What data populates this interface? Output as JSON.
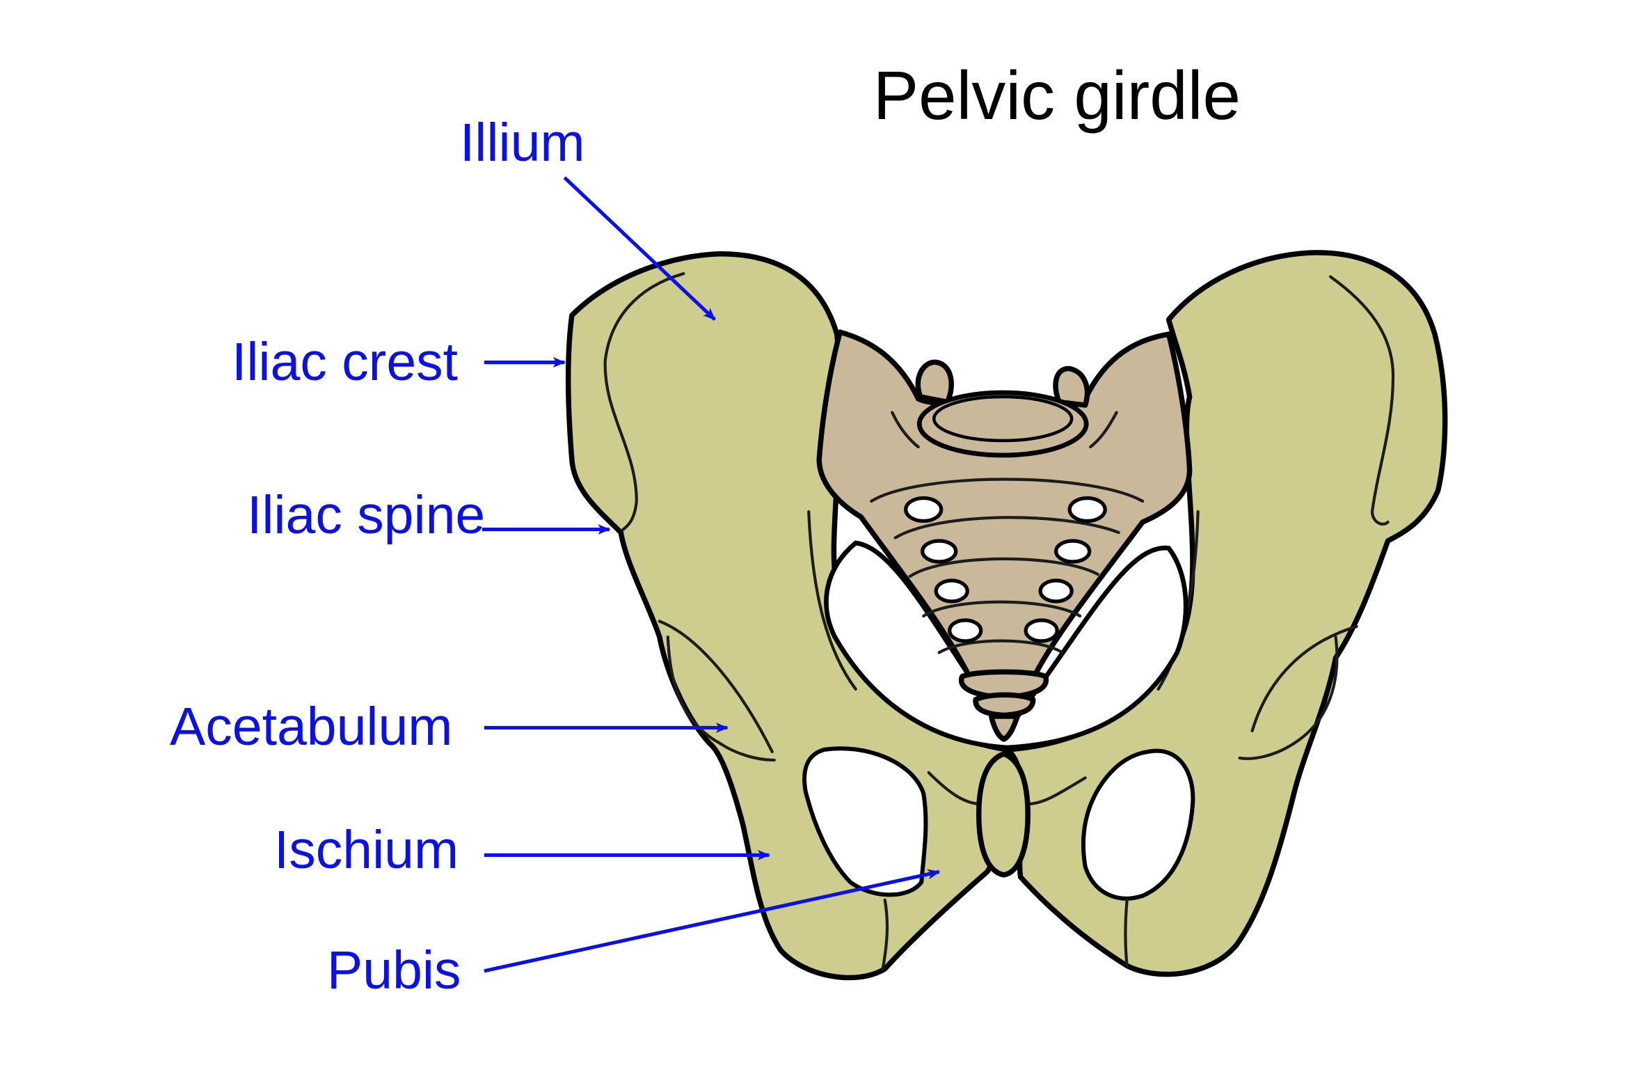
{
  "diagram": {
    "title": "Pelvic girdle",
    "labels": {
      "ilium": "Illium",
      "iliac_crest": "Iliac crest",
      "iliac_spine": "Iliac spine",
      "acetabulum": "Acetabulum",
      "ischium": "Ischium",
      "pubis": "Pubis"
    },
    "colors": {
      "hip_bone": "#cccd8e",
      "sacrum": "#c9b99a",
      "outline": "#000000",
      "label": "#0a10e6",
      "arrow": "#0a10e6",
      "background": "#ffffff"
    }
  }
}
